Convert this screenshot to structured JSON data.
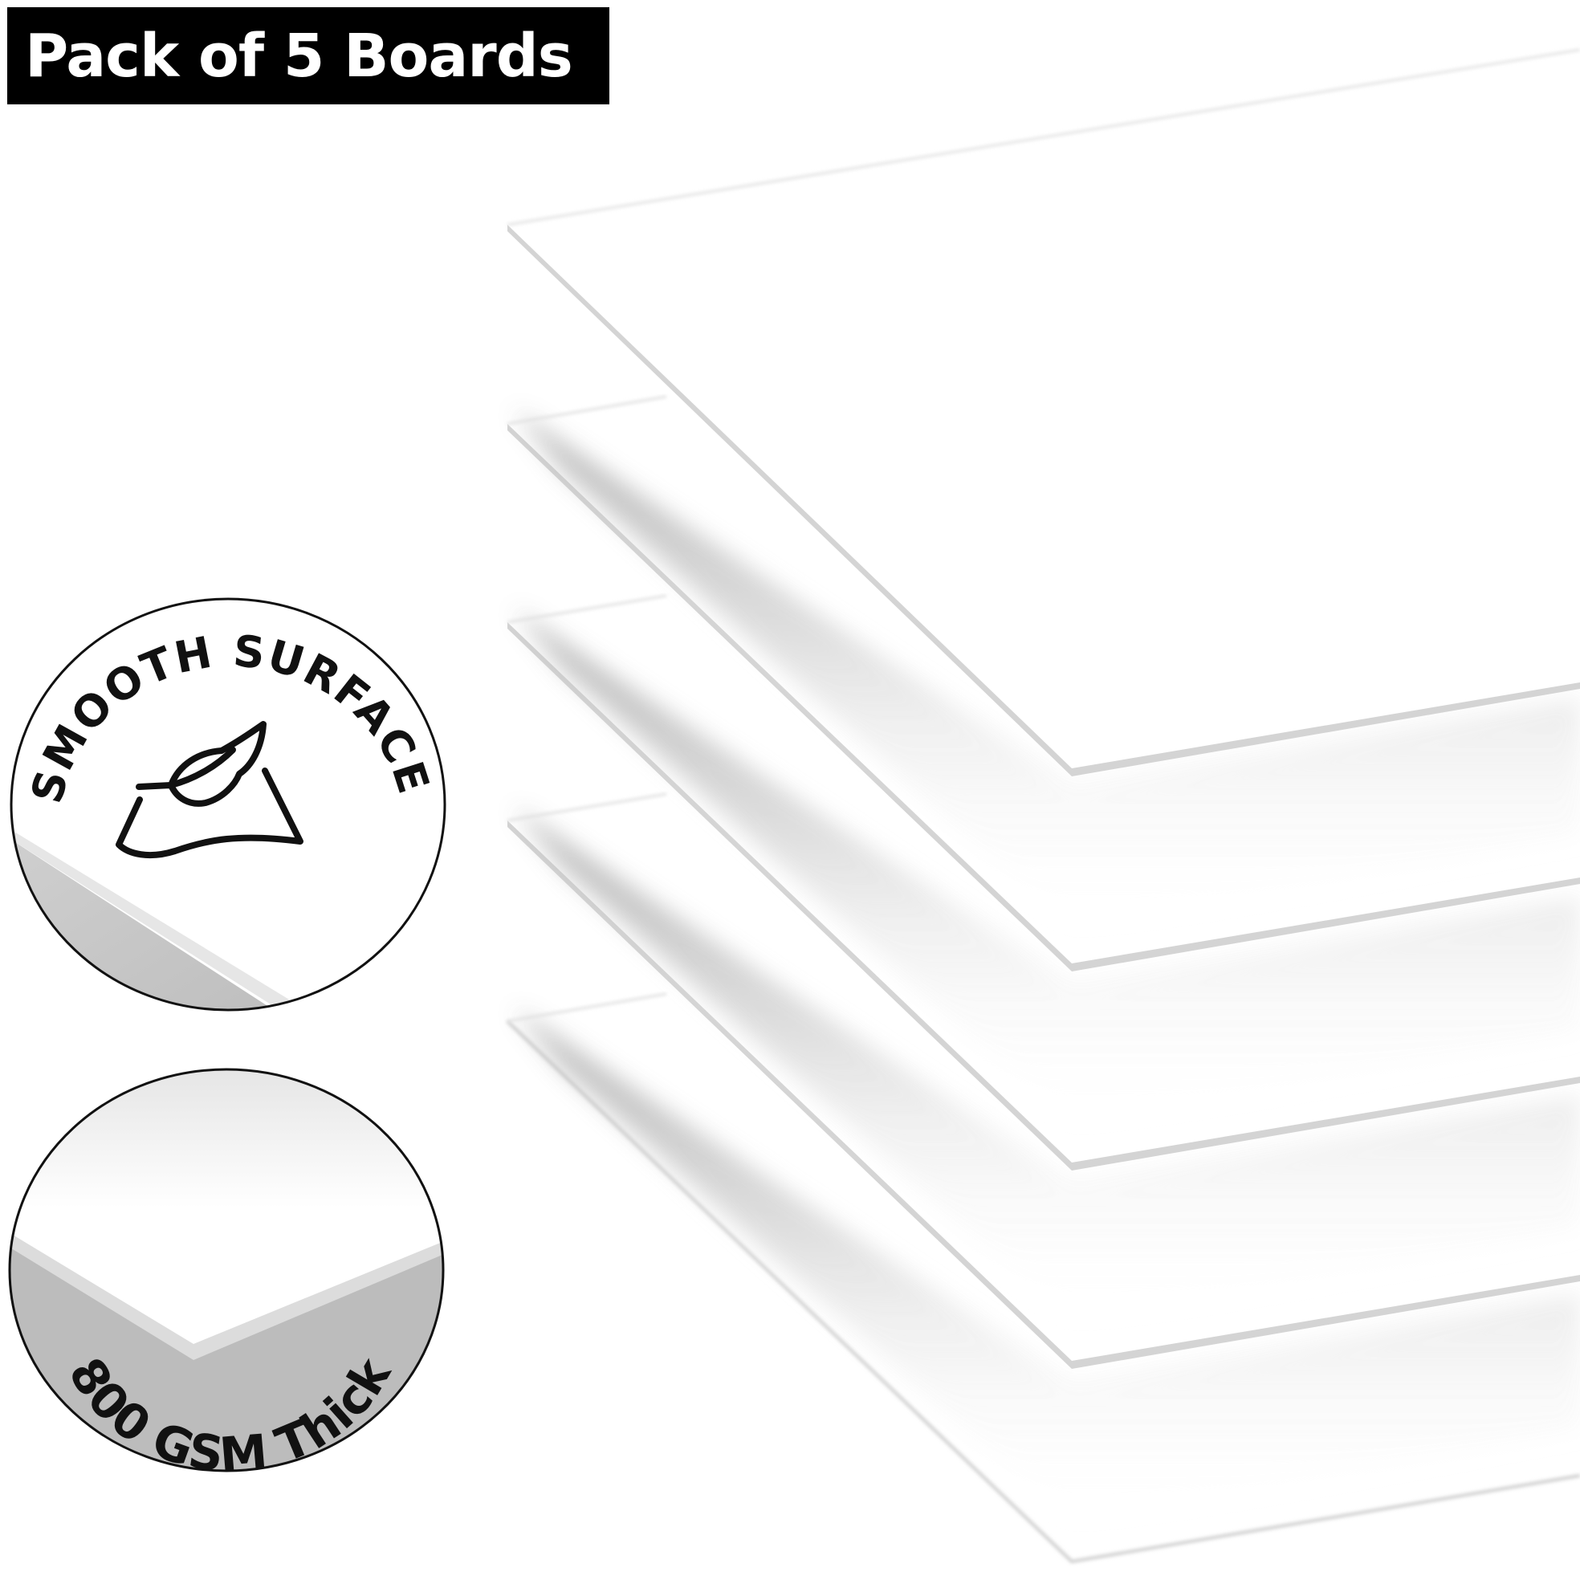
{
  "banner": {
    "title": "Pack of 5 Boards",
    "background": "#000000",
    "text_color": "#ffffff"
  },
  "product": {
    "board_count": 5,
    "board_color": "#ffffff",
    "edge_color": "#d9d9d9",
    "shadow_color": "#b3b3b3"
  },
  "badges": [
    {
      "label": "SMOOTH SURFACE",
      "icon": "feather-on-paper-icon"
    },
    {
      "label": "800 GSM Thick",
      "icon": "board-edge-closeup"
    }
  ]
}
